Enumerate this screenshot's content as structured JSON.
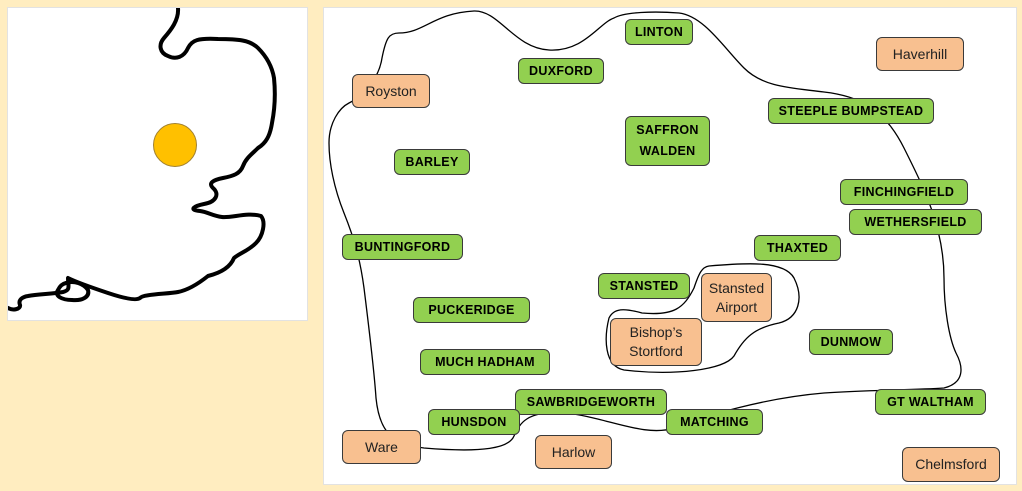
{
  "overview_map": {
    "region": "East of England coastline outline",
    "marker_color": "#FFC000"
  },
  "detail_map": {
    "colors": {
      "village_fill": "#92D050",
      "town_fill": "#F8C090",
      "background": "#FFEDC0"
    },
    "villages": [
      {
        "id": "linton",
        "label": "LINTON"
      },
      {
        "id": "duxford",
        "label": "DUXFORD"
      },
      {
        "id": "saffron-walden",
        "label": "SAFFRON\nWALDEN"
      },
      {
        "id": "steeple-bumpstead",
        "label": "STEEPLE BUMPSTEAD"
      },
      {
        "id": "barley",
        "label": "BARLEY"
      },
      {
        "id": "finchingfield",
        "label": "FINCHINGFIELD"
      },
      {
        "id": "wethersfield",
        "label": "WETHERSFIELD"
      },
      {
        "id": "buntingford",
        "label": "BUNTINGFORD"
      },
      {
        "id": "thaxted",
        "label": "THAXTED"
      },
      {
        "id": "stansted",
        "label": "STANSTED"
      },
      {
        "id": "puckeridge",
        "label": "PUCKERIDGE"
      },
      {
        "id": "dunmow",
        "label": "DUNMOW"
      },
      {
        "id": "much-hadham",
        "label": "MUCH HADHAM"
      },
      {
        "id": "sawbridgeworth",
        "label": "SAWBRIDGEWORTH"
      },
      {
        "id": "gt-waltham",
        "label": "GT WALTHAM"
      },
      {
        "id": "hunsdon",
        "label": "HUNSDON"
      },
      {
        "id": "matching",
        "label": "MATCHING"
      }
    ],
    "towns": [
      {
        "id": "haverhill",
        "label": "Haverhill"
      },
      {
        "id": "royston",
        "label": "Royston"
      },
      {
        "id": "stansted-airport",
        "label": "Stansted\nAirport"
      },
      {
        "id": "bishops-stortford",
        "label": "Bishop’s\nStortford"
      },
      {
        "id": "ware",
        "label": "Ware"
      },
      {
        "id": "harlow",
        "label": "Harlow"
      },
      {
        "id": "chelmsford",
        "label": "Chelmsford"
      }
    ]
  }
}
